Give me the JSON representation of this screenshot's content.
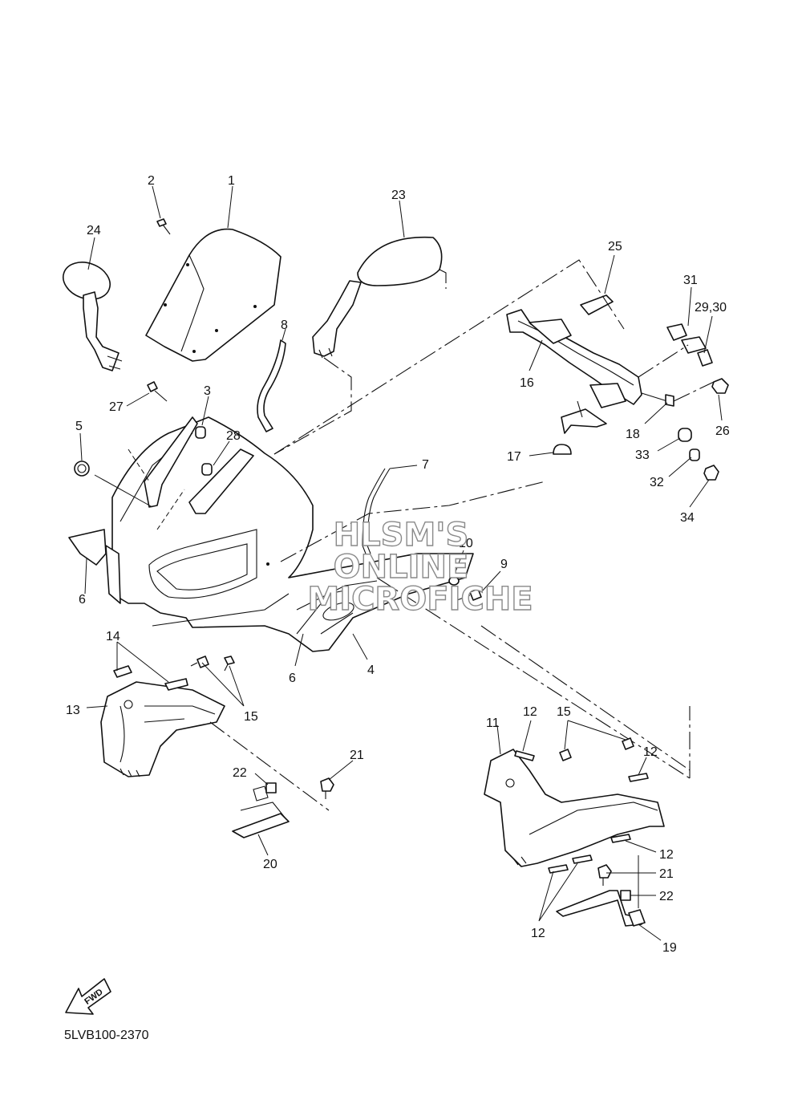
{
  "watermark": {
    "line1": "HLSM'S",
    "line2": "ONLINE",
    "line3": "MICROFICHE"
  },
  "fwd_label": "FWD",
  "diagram_code": "5LVB100-2370",
  "callouts": {
    "c1": "1",
    "c2": "2",
    "c3": "3",
    "c4": "4",
    "c5": "5",
    "c6a": "6",
    "c6b": "6",
    "c7": "7",
    "c8": "8",
    "c9": "9",
    "c10": "10",
    "c11": "11",
    "c12a": "12",
    "c12b": "12",
    "c12c": "12",
    "c12d": "12",
    "c13": "13",
    "c14": "14",
    "c15a": "15",
    "c15b": "15",
    "c16": "16",
    "c17": "17",
    "c18": "18",
    "c19": "19",
    "c20": "20",
    "c21a": "21",
    "c21b": "21",
    "c22a": "22",
    "c22b": "22",
    "c23": "23",
    "c24": "24",
    "c25": "25",
    "c26": "26",
    "c27": "27",
    "c28": "28",
    "c29": "29,30",
    "c31": "31",
    "c32": "32",
    "c33": "33",
    "c34": "34"
  }
}
